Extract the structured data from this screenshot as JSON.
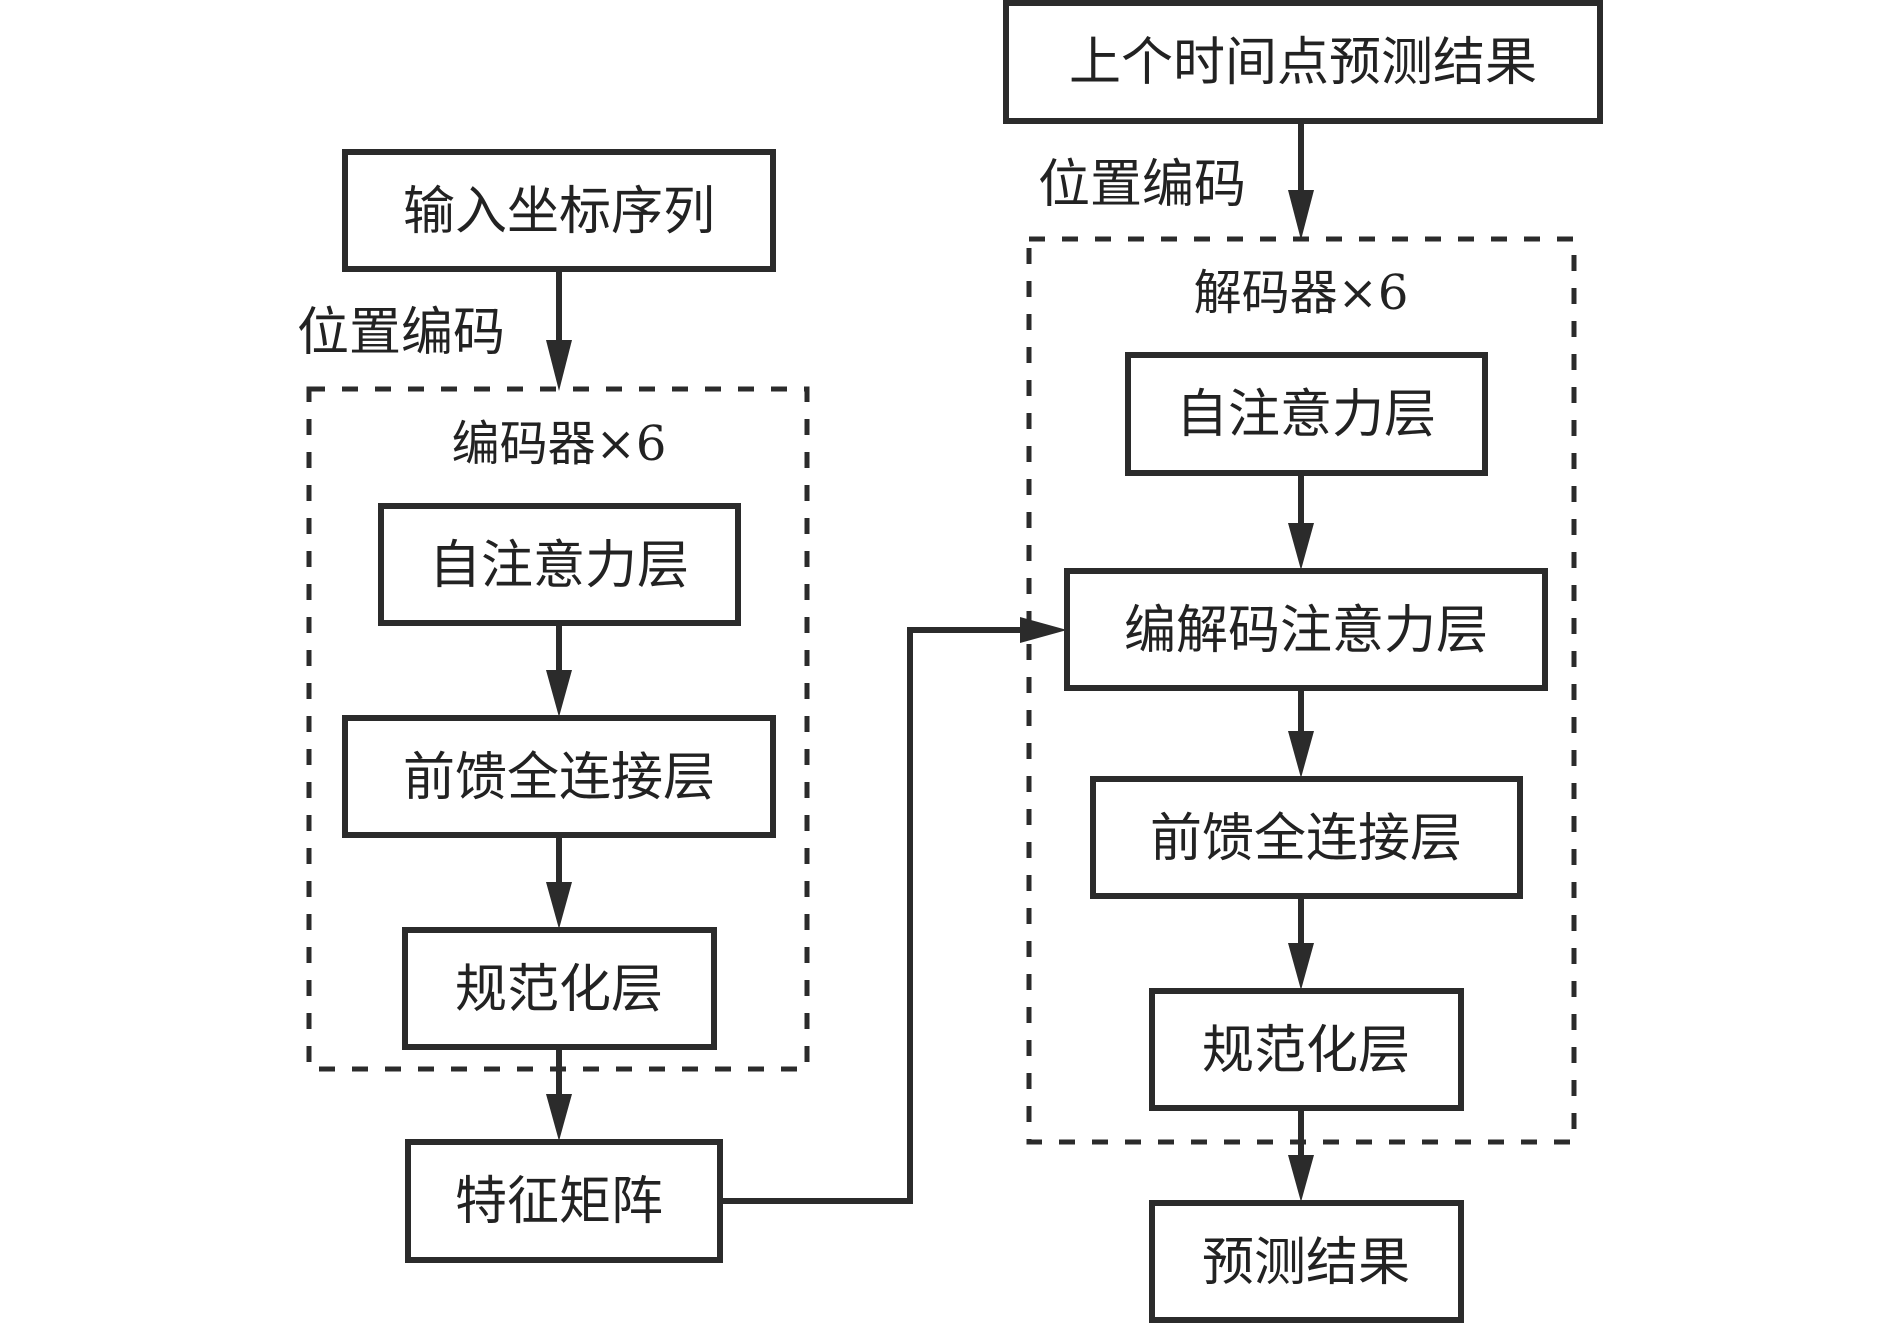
{
  "diagram": {
    "inputs": {
      "encoder_input": "输入坐标序列",
      "decoder_input": "上个时间点预测结果"
    },
    "positional_encoding_label_left": "位置编码",
    "positional_encoding_label_right": "位置编码",
    "encoder": {
      "title": "编码器×6",
      "layers": [
        "自注意力层",
        "前馈全连接层",
        "规范化层"
      ]
    },
    "feature_matrix": "特征矩阵",
    "decoder": {
      "title": "解码器×6",
      "layers": [
        "自注意力层",
        "编解码注意力层",
        "前馈全连接层",
        "规范化层"
      ]
    },
    "output": "预测结果",
    "edges": [
      {
        "from": "输入坐标序列",
        "to": "编码器×6",
        "label": "位置编码"
      },
      {
        "from": "自注意力层",
        "to": "前馈全连接层",
        "group": "encoder"
      },
      {
        "from": "前馈全连接层",
        "to": "规范化层",
        "group": "encoder"
      },
      {
        "from": "规范化层",
        "to": "特征矩阵",
        "group": "encoder"
      },
      {
        "from": "上个时间点预测结果",
        "to": "解码器×6",
        "label": "位置编码"
      },
      {
        "from": "自注意力层",
        "to": "编解码注意力层",
        "group": "decoder"
      },
      {
        "from": "特征矩阵",
        "to": "编解码注意力层"
      },
      {
        "from": "编解码注意力层",
        "to": "前馈全连接层",
        "group": "decoder"
      },
      {
        "from": "前馈全连接层",
        "to": "规范化层",
        "group": "decoder"
      },
      {
        "from": "规范化层",
        "to": "预测结果",
        "group": "decoder"
      }
    ]
  }
}
